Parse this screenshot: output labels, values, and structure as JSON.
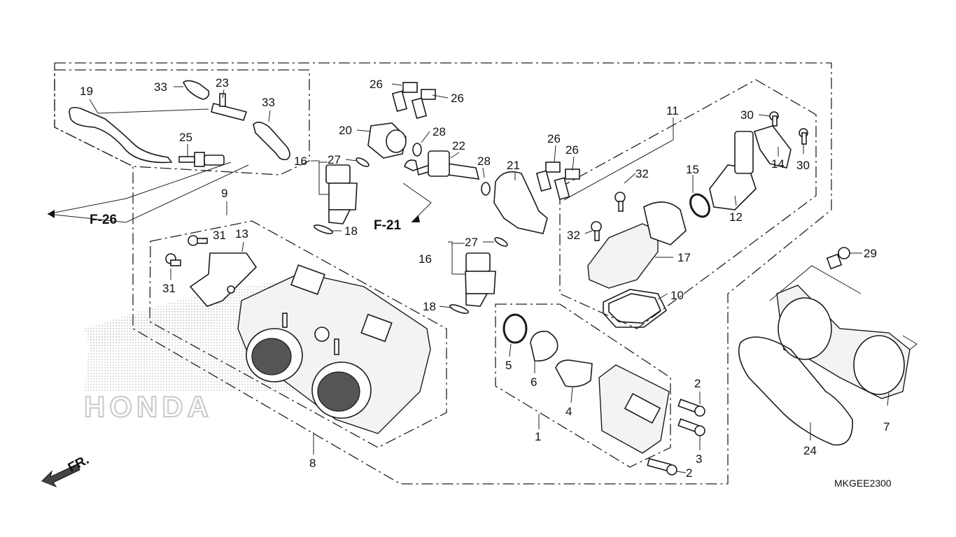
{
  "diagram_code": "MKGEE2300",
  "watermark": "HONDA",
  "direction_label": "FR.",
  "references": {
    "f26": "F-26",
    "f21": "F-21"
  },
  "callouts": {
    "c1": "1",
    "c2a": "2",
    "c2b": "2",
    "c3": "3",
    "c4": "4",
    "c5": "5",
    "c6": "6",
    "c7": "7",
    "c8": "8",
    "c9": "9",
    "c10": "10",
    "c11": "11",
    "c12": "12",
    "c13": "13",
    "c14": "14",
    "c15": "15",
    "c16a": "16",
    "c16b": "16",
    "c17": "17",
    "c18a": "18",
    "c18b": "18",
    "c19": "19",
    "c20": "20",
    "c21": "21",
    "c22": "22",
    "c23": "23",
    "c24": "24",
    "c25": "25",
    "c26a": "26",
    "c26b": "26",
    "c26c": "26",
    "c26d": "26",
    "c27a": "27",
    "c27b": "27",
    "c28a": "28",
    "c28b": "28",
    "c29": "29",
    "c30a": "30",
    "c30b": "30",
    "c31a": "31",
    "c31b": "31",
    "c32a": "32",
    "c32b": "32",
    "c33a": "33",
    "c33b": "33"
  },
  "colors": {
    "line": "#1a1a1a",
    "watermark": "#c8c8c8",
    "background": "#ffffff"
  }
}
